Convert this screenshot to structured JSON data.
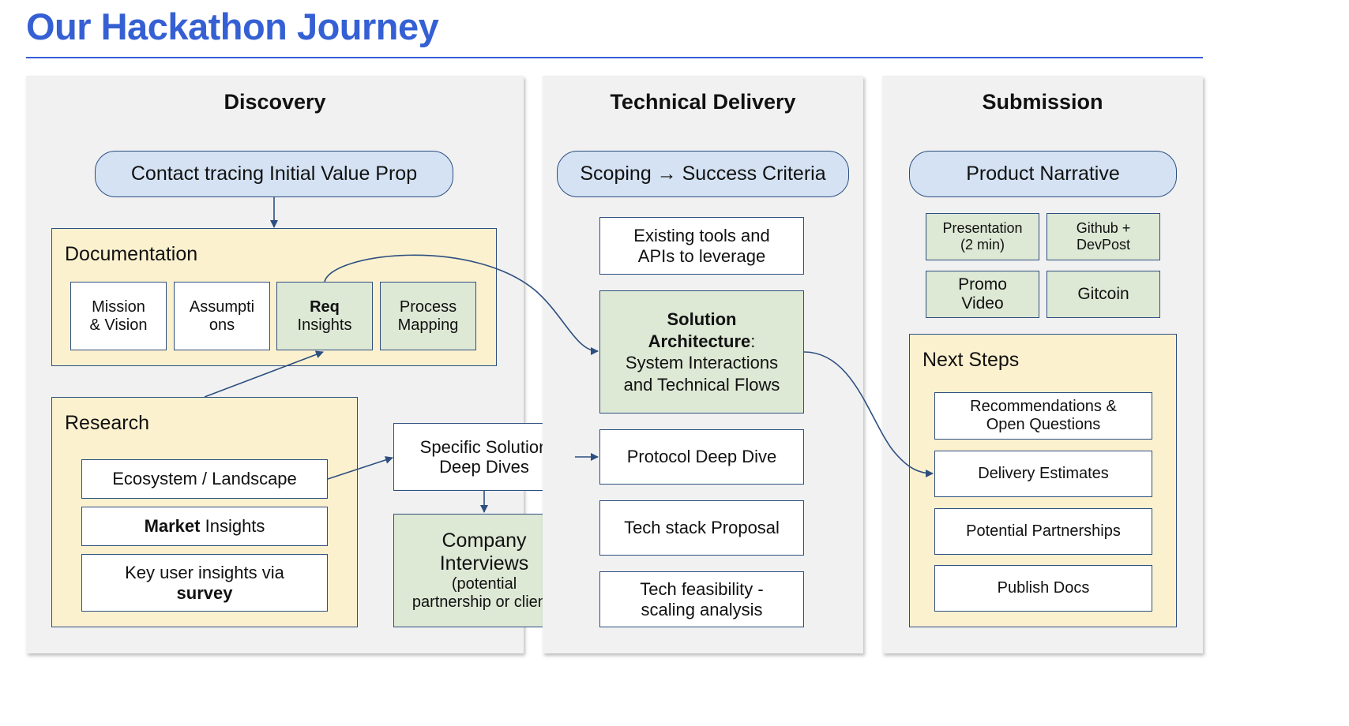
{
  "title": "Our Hackathon Journey",
  "colors": {
    "accent": "#3560d4",
    "panel": "#f1f1f1",
    "pill": "#d4e2f3",
    "group": "#fcf1cf",
    "green": "#dde8d5",
    "stroke": "#2d4f80"
  },
  "discovery": {
    "title": "Discovery",
    "pill": "Contact tracing Initial Value Prop",
    "documentation": {
      "label": "Documentation",
      "items": [
        {
          "line1": "Mission",
          "line2": "& Vision"
        },
        {
          "line1": "Assumpti",
          "line2": "ons"
        },
        {
          "line1": "Req",
          "line2": "Insights"
        },
        {
          "line1": "Process",
          "line2": "Mapping"
        }
      ]
    },
    "research": {
      "label": "Research",
      "items": [
        {
          "text": "Ecosystem / Landscape"
        },
        {
          "bold": "Market",
          "rest": " Insights"
        },
        {
          "line1": "Key user insights via",
          "line2": "survey"
        }
      ]
    },
    "deep_dives": {
      "line1": "Specific Solution",
      "line2": "Deep Dives"
    },
    "interviews": {
      "line1": "Company",
      "line2": "Interviews",
      "line3": "(potential",
      "line4": "partnership or client)"
    }
  },
  "technical": {
    "title": "Technical Delivery",
    "pill": "Scoping → Success Criteria",
    "existing": {
      "line1": "Existing tools and",
      "line2": "APIs to leverage"
    },
    "architecture": {
      "bold1": "Solution",
      "bold2": "Architecture",
      "colon": ":",
      "line3": "System Interactions",
      "line4": "and Technical Flows"
    },
    "protocol": "Protocol Deep Dive",
    "stack": "Tech stack Proposal",
    "feasibility": {
      "line1": "Tech feasibility -",
      "line2": "scaling analysis"
    }
  },
  "submission": {
    "title": "Submission",
    "pill": "Product Narrative",
    "deliverables": [
      {
        "line1": "Presentation",
        "line2": "(2 min)"
      },
      {
        "line1": "Github +",
        "line2": "DevPost"
      },
      {
        "line1": "Promo",
        "line2": "Video"
      },
      {
        "line1": "Gitcoin",
        "line2": ""
      }
    ],
    "next_steps": {
      "label": "Next Steps",
      "items": [
        {
          "line1": "Recommendations &",
          "line2": "Open Questions"
        },
        {
          "line1": "Delivery Estimates",
          "line2": ""
        },
        {
          "line1": "Potential Partnerships",
          "line2": ""
        },
        {
          "line1": "Publish Docs",
          "line2": ""
        }
      ]
    }
  }
}
